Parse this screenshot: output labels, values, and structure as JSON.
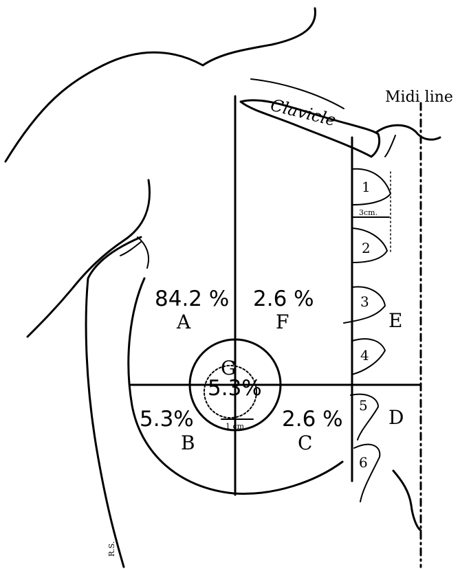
{
  "landmarks": {
    "clavicle": "Clavicle",
    "midline": "Midi line"
  },
  "quadrants": {
    "A": {
      "letter": "A",
      "percent": "84.2 %"
    },
    "B": {
      "letter": "B",
      "percent": "5.3%"
    },
    "C": {
      "letter": "C",
      "percent": "2.6 %"
    },
    "D": {
      "letter": "D"
    },
    "E": {
      "letter": "E"
    },
    "F": {
      "letter": "F",
      "percent": "2.6 %"
    },
    "G": {
      "letter": "G",
      "percent": "5.3%"
    }
  },
  "ribs": [
    "1",
    "2",
    "3",
    "4",
    "5",
    "6"
  ],
  "measurements": {
    "areola_radius": "1 cm",
    "parasternal_width": "3cm."
  },
  "signature": "R.S."
}
